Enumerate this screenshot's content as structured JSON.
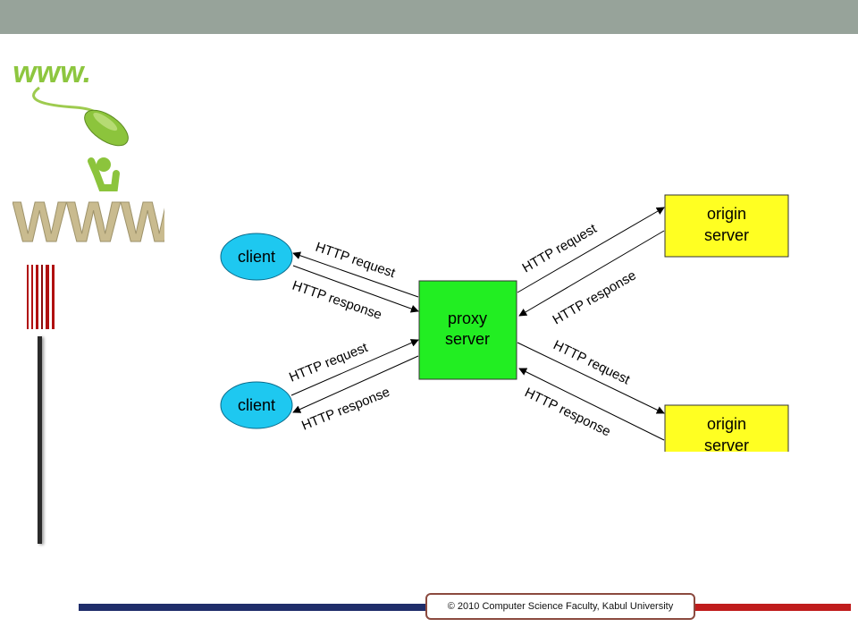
{
  "logos": {
    "www_top": "www.",
    "www_big": "WWW"
  },
  "diagram": {
    "proxy": [
      "proxy",
      "server"
    ],
    "origins": [
      [
        "origin",
        "server"
      ],
      [
        "origin",
        "server"
      ]
    ],
    "clients": [
      "client",
      "client"
    ],
    "labels": {
      "req": "HTTP request",
      "resp": "HTTP response"
    }
  },
  "footer": {
    "copyright": "© 2010 Computer Science Faculty, Kabul University"
  },
  "colors": {
    "client": "#1ec8f0",
    "proxy": "#22ee22",
    "origin": "#ffff22",
    "accent_blue": "#1f2d6a",
    "accent_red": "#c01c1c"
  }
}
